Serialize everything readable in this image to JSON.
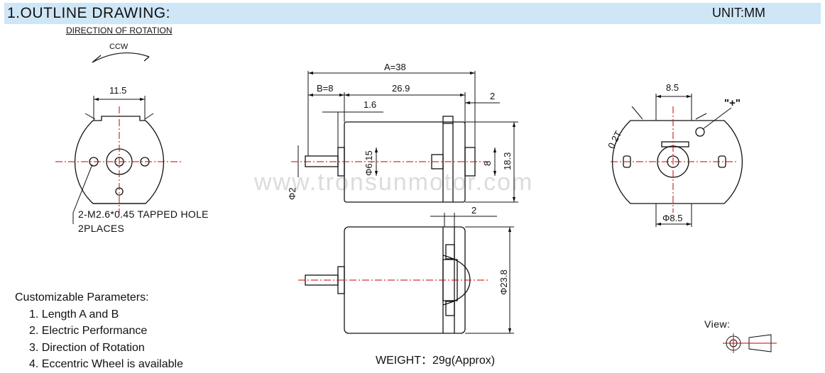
{
  "header": {
    "title": "1.OUTLINE DRAWING:",
    "unit": "UNIT:MM",
    "background": "#cfe6f7"
  },
  "rotation": {
    "label": "DIRECTION OF ROTATION",
    "direction": "CCW"
  },
  "front_view": {
    "dim_hole_spacing": "11.5",
    "hole_note": "2-M2.6*0.45 TAPPED HOLE",
    "hole_count": "2PLACES"
  },
  "side_view": {
    "dim_total_length": "A=38",
    "dim_b": "B=8",
    "dim_body": "26.9",
    "dim_terminal": "2",
    "dim_boss": "1.6",
    "dim_shaft": "Φ2",
    "dim_boss_dia": "Φ6.15",
    "dim_bearing": "8",
    "dim_height": "18.3"
  },
  "bottom_view": {
    "dim_terminal": "2",
    "dim_diameter": "Φ23.8"
  },
  "rear_view": {
    "dim_top": "8.5",
    "dim_bottom": "Φ8.5",
    "dim_terminal_thickness": "0.2T",
    "polarity": "\"+\""
  },
  "watermark": "www.tronsunmotor.com",
  "parameters": {
    "heading": "Customizable Parameters:",
    "items": [
      "1. Length A and B",
      "2. Electric Performance",
      "3. Direction of Rotation",
      "4. Eccentric Wheel is available"
    ]
  },
  "weight": "WEIGHT：29g(Approx)",
  "view_label": "View:",
  "colors": {
    "centerline": "#cc0000",
    "linework": "#111111"
  }
}
